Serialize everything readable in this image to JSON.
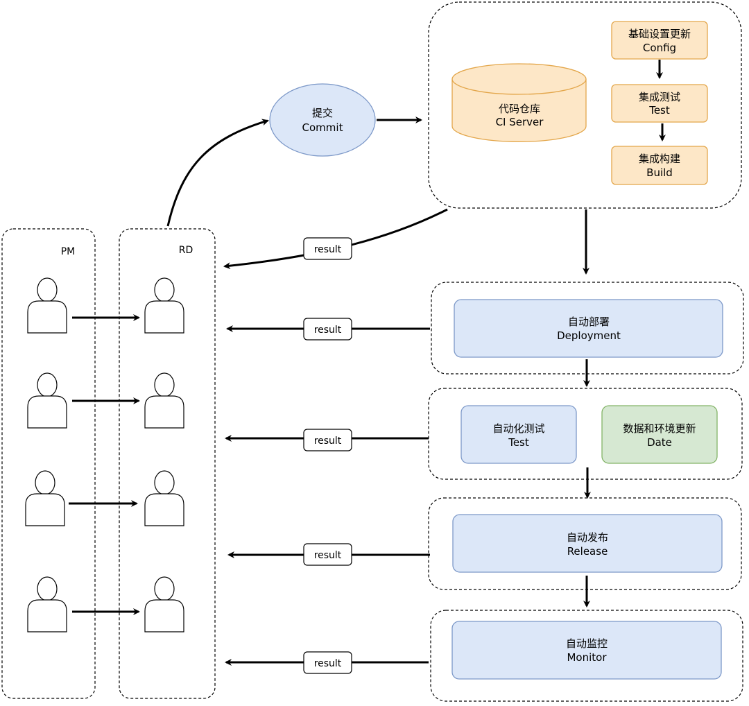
{
  "lanes": {
    "pm": "PM",
    "rd": "RD"
  },
  "commit": {
    "line1": "提交",
    "line2": "Commit"
  },
  "ci": {
    "repo": {
      "line1": "代码仓库",
      "line2": "CI Server"
    },
    "config": {
      "line1": "基础设置更新",
      "line2": "Config"
    },
    "test": {
      "line1": "集成测试",
      "line2": "Test"
    },
    "build": {
      "line1": "集成构建",
      "line2": "Build"
    }
  },
  "stages": {
    "deployment": {
      "line1": "自动部署",
      "line2": "Deployment"
    },
    "autotest": {
      "line1": "自动化测试",
      "line2": "Test"
    },
    "data": {
      "line1": "数据和环境更新",
      "line2": "Date"
    },
    "release": {
      "line1": "自动发布",
      "line2": "Release"
    },
    "monitor": {
      "line1": "自动监控",
      "line2": "Monitor"
    }
  },
  "result_label": "result",
  "colors": {
    "orange_fill": "#fde7c7",
    "orange_stroke": "#e3a64a",
    "blue_fill": "#dce7f8",
    "blue_stroke": "#7c98c8",
    "green_fill": "#d6e8d2",
    "green_stroke": "#82b366"
  }
}
